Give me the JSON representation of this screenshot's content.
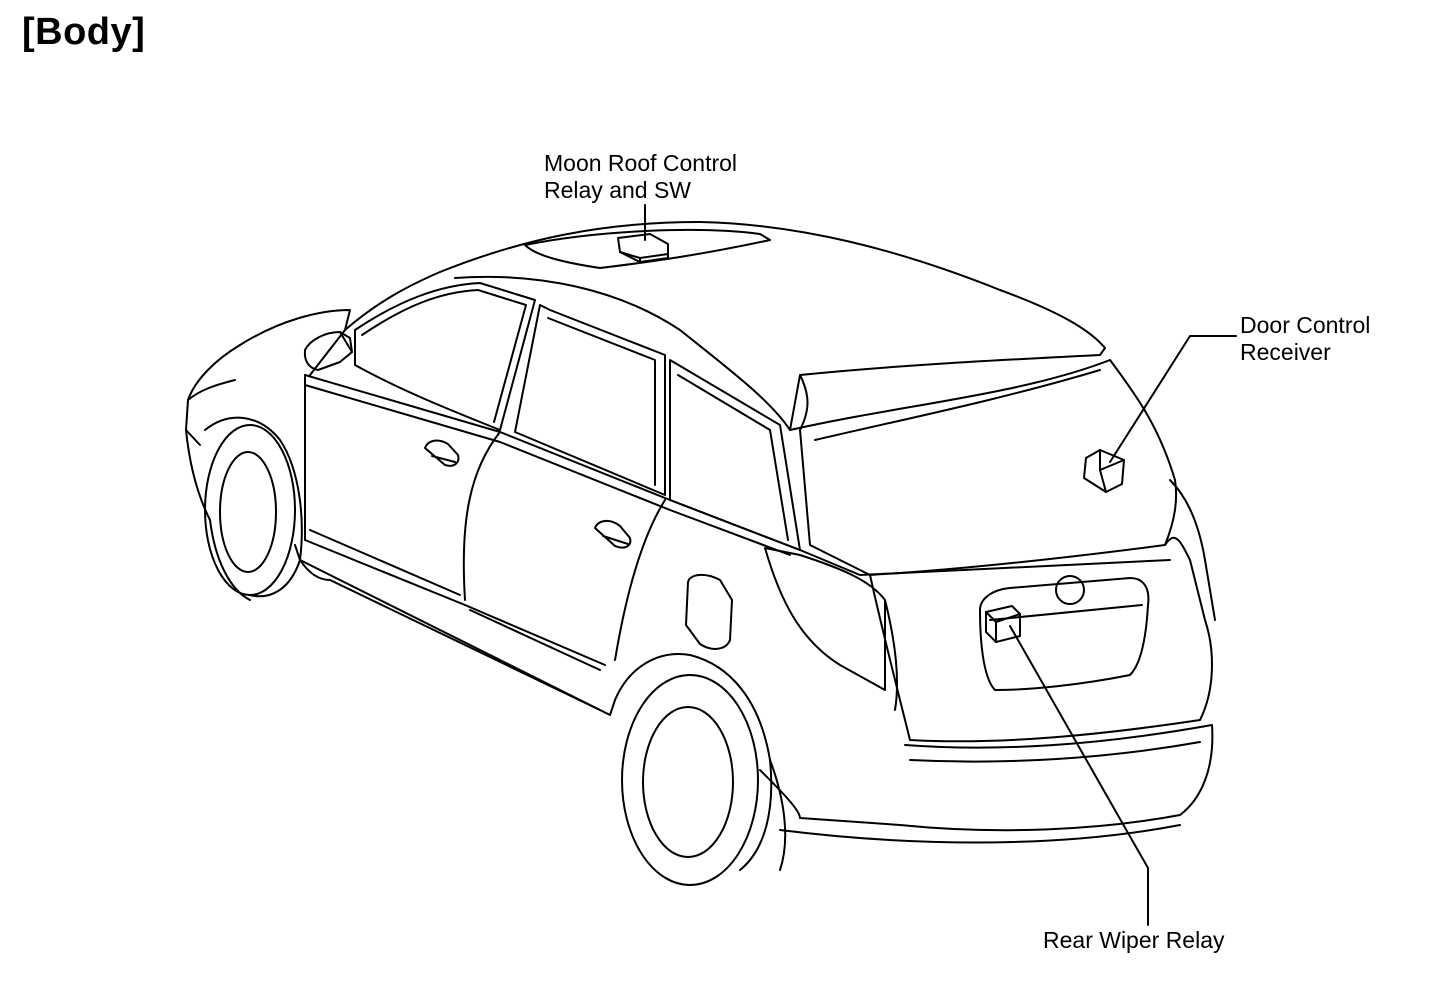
{
  "heading": "[Body]",
  "callouts": {
    "moon_roof": {
      "line1": "Moon Roof Control",
      "line2": "Relay and SW"
    },
    "door_control": {
      "line1": "Door Control",
      "line2": "Receiver"
    },
    "rear_wiper": {
      "line1": "Rear Wiper Relay"
    }
  },
  "colors": {
    "ink": "#000000",
    "background": "#ffffff"
  }
}
